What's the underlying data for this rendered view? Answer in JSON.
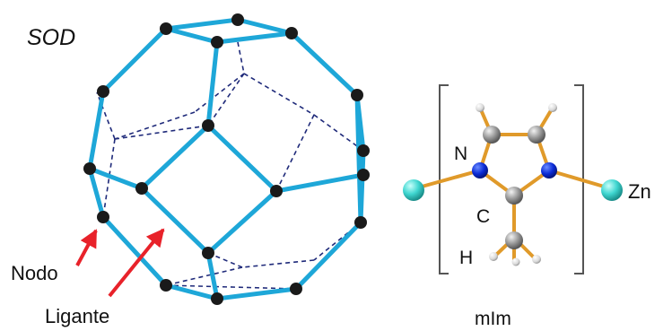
{
  "framework": {
    "title": "SOD",
    "node_label": "Nodo",
    "linker_label": "Ligante",
    "colors": {
      "linker": "#1ea7d8",
      "node": "#1a1a1a",
      "hidden_edge": "#1f2a7a",
      "arrow": "#e8222a"
    }
  },
  "molecule": {
    "caption": "mIm",
    "atom_labels": {
      "nitrogen": "N",
      "carbon": "C",
      "hydrogen": "H",
      "zinc": "Zn"
    },
    "colors": {
      "bond": "#e09a2a",
      "nitrogen": "#0b2bd6",
      "carbon": "#9a9a9a",
      "hydrogen": "#e6e6e6",
      "zinc": "#3fd6d0",
      "bracket": "#555555"
    }
  }
}
